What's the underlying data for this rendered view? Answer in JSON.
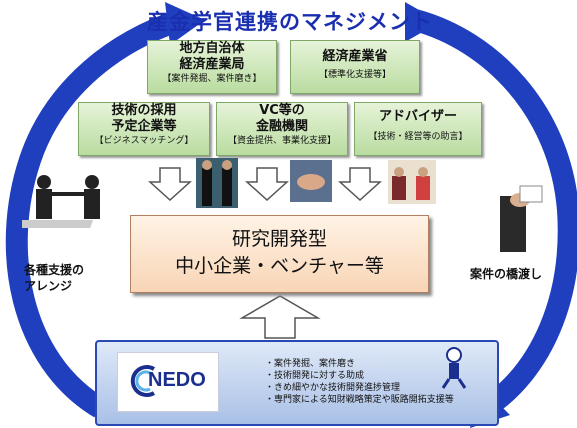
{
  "title": "産金学官連携のマネジメント",
  "top_boxes": [
    {
      "line1": "地方自治体",
      "line2": "経済産業局",
      "sub": "【案件発掘、案件磨き】"
    },
    {
      "line1": "経済産業省",
      "line2": "",
      "sub": "【標準化支援等】"
    }
  ],
  "mid_boxes": [
    {
      "line1": "技術の採用",
      "line2": "予定企業等",
      "sub": "【ビジネスマッチング】"
    },
    {
      "line1": "VC等の",
      "line2": "金融機関",
      "sub": "【資金提供、事業化支援】"
    },
    {
      "line1": "アドバイザー",
      "line2": "",
      "sub": "【技術・経営等の助言】"
    }
  ],
  "center": {
    "line1": "研究開発型",
    "line2": "中小企業・ベンチャー等"
  },
  "left_label": {
    "line1": "各種支援の",
    "line2": "アレンジ"
  },
  "right_label": "案件の橋渡し",
  "nedo": {
    "logo_text": "NEDO",
    "items": [
      "・案件発掘、案件磨き",
      "・技術開発に対する助成",
      "・きめ細やかな技術開発進捗管理",
      "・専門家による知財戦略策定や販路開拓支援等"
    ]
  },
  "colors": {
    "arrow_blue": "#1f3fbf",
    "title_blue": "#1a2fb0",
    "box_green": "#c8e4b0",
    "center_peach": "#f8d5b5",
    "nedo_blue": "#a9c0e6"
  }
}
